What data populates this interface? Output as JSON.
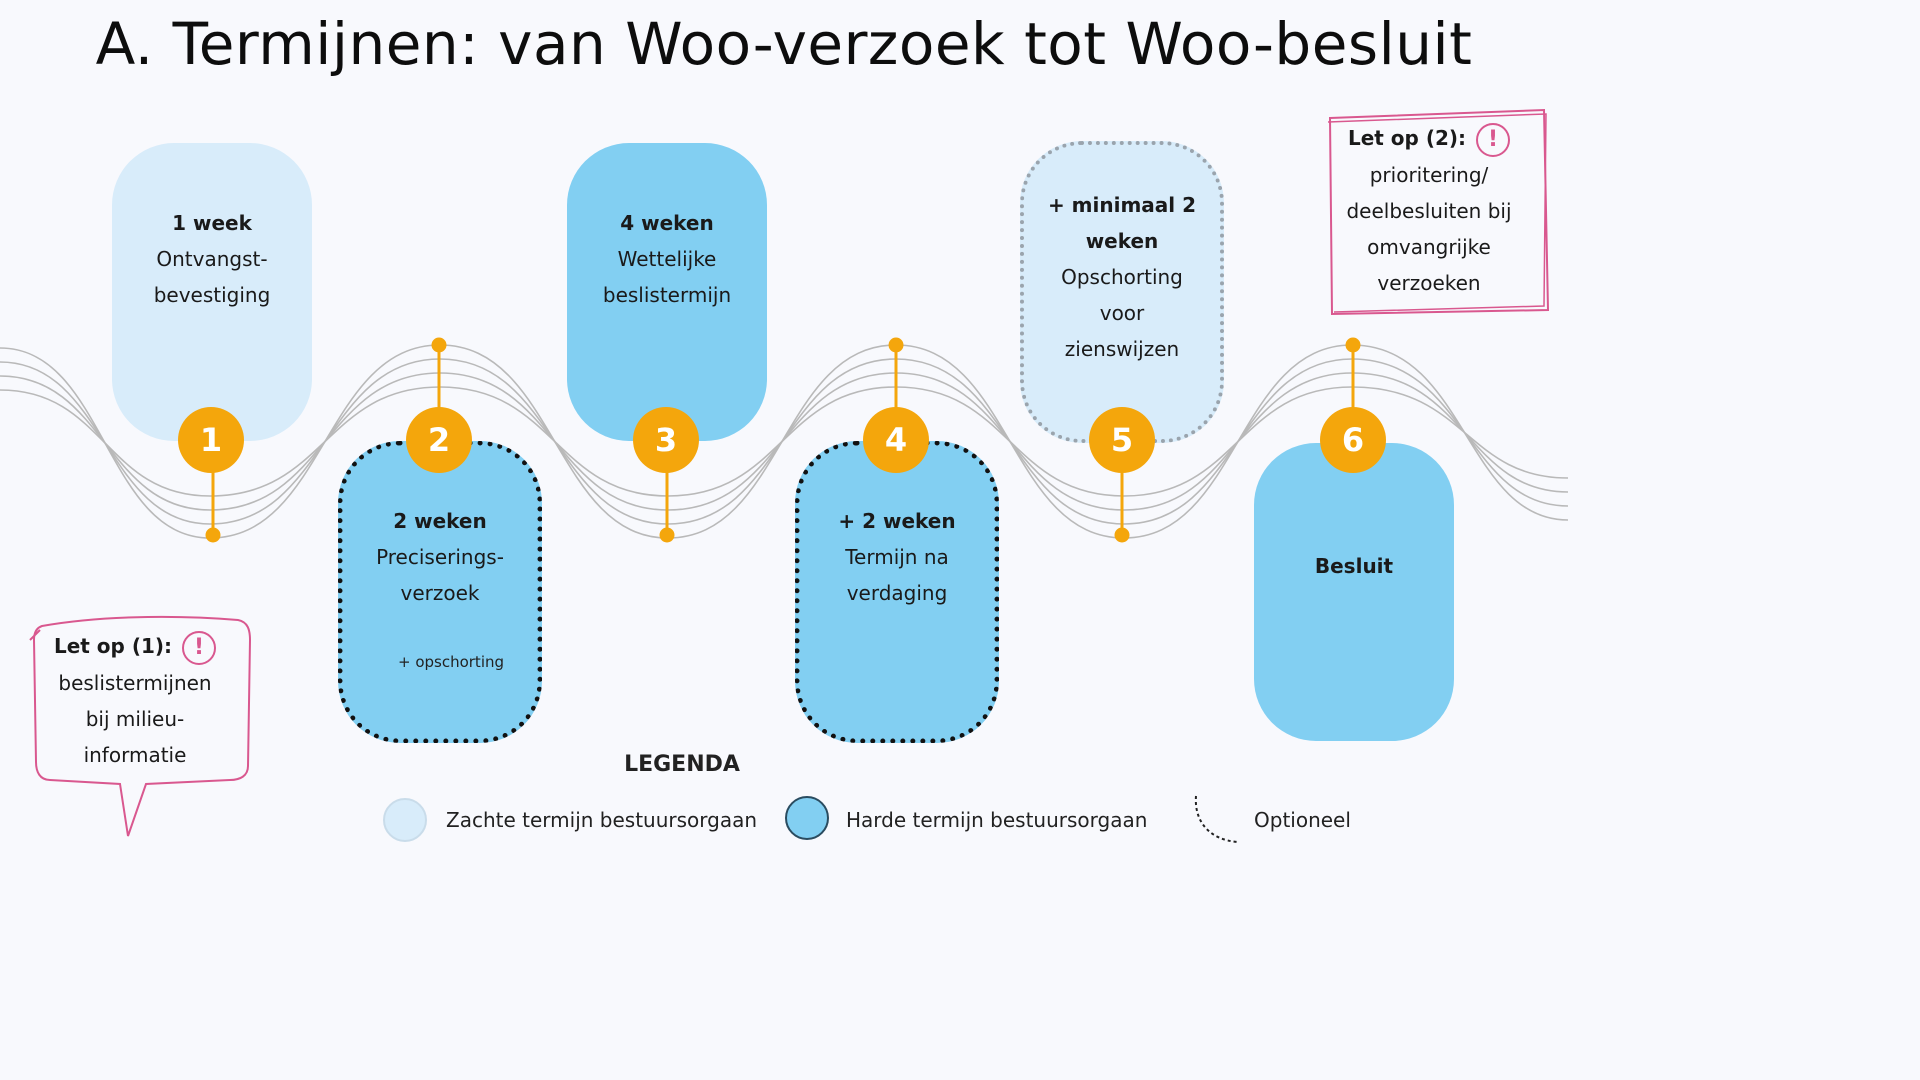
{
  "title": "A. Termijnen: van Woo-verzoek tot Woo-besluit",
  "steps": [
    {
      "number": "1",
      "duration": "1 week",
      "lines": [
        "Ontvangst-",
        "bevestiging"
      ],
      "type": "soft",
      "optional": false
    },
    {
      "number": "2",
      "duration": "2 weken",
      "lines": [
        "Preciserings-",
        "verzoek"
      ],
      "extra": "+ opschorting",
      "type": "hard",
      "optional": true
    },
    {
      "number": "3",
      "duration": "4 weken",
      "lines": [
        "Wettelijke",
        "beslistermijn"
      ],
      "type": "hard",
      "optional": false
    },
    {
      "number": "4",
      "duration": "+ 2 weken",
      "lines": [
        "Termijn na",
        "verdaging"
      ],
      "type": "hard",
      "optional": true
    },
    {
      "number": "5",
      "duration_lines": [
        "+ minimaal 2",
        "weken"
      ],
      "lines": [
        "Opschorting",
        "voor",
        "zienswijzen"
      ],
      "type": "soft",
      "optional": true
    },
    {
      "number": "6",
      "duration": "Besluit",
      "type": "hard",
      "optional": false
    }
  ],
  "notes": [
    {
      "heading": "Let op (1):",
      "lines": [
        "beslistermijnen",
        "bij milieu-",
        "informatie"
      ],
      "icon": "exclamation-icon"
    },
    {
      "heading": "Let op (2):",
      "lines": [
        "prioritering/",
        "deelbesluiten bij",
        "omvangrijke",
        "verzoeken"
      ],
      "icon": "exclamation-icon"
    }
  ],
  "legend": {
    "title": "LEGENDA",
    "items": [
      {
        "label": "Zachte termijn bestuursorgaan",
        "color": "#d8ecfa"
      },
      {
        "label": "Harde termijn bestuursorgaan",
        "color": "#82cff2"
      },
      {
        "label": "Optioneel",
        "icon": "dotted-arc-icon"
      }
    ]
  },
  "colors": {
    "soft": "#d8ecfa",
    "hard": "#82cff2",
    "accent": "#f4a60c",
    "note_border": "#d9588f",
    "wave": "#b9b9b9"
  }
}
